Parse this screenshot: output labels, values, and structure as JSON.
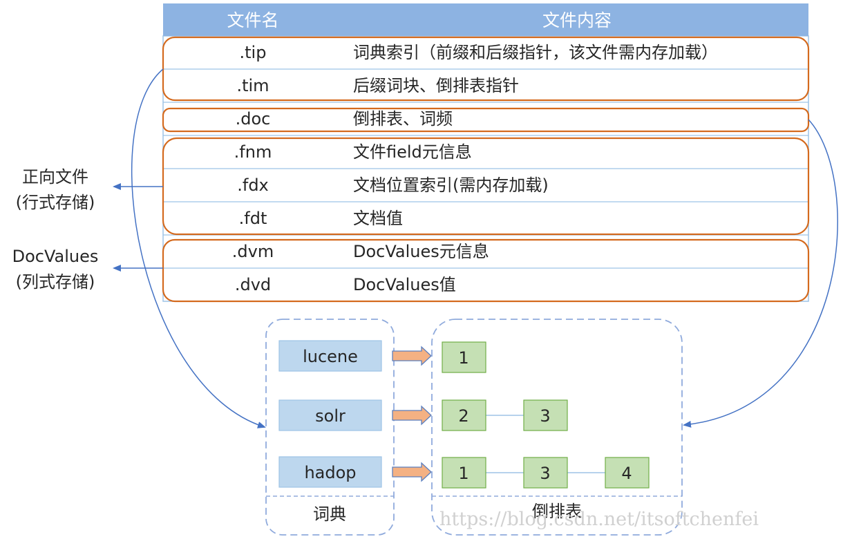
{
  "colors": {
    "header_fill": "#8db3e2",
    "row_line": "#9dc3e6",
    "group_border": "#d46a1e",
    "arrow_blue": "#4472c4",
    "term_fill": "#bdd7ee",
    "posting_fill": "#c5e0b4",
    "posting_border": "#70ad47",
    "fat_arrow_fill": "#f4b183",
    "fat_arrow_stroke": "#5b7fbf",
    "dash": "#8faadc"
  },
  "table": {
    "headers": [
      "文件名",
      "文件内容"
    ],
    "rows": [
      {
        "ext": ".tip",
        "desc": "词典索引（前缀和后缀指针，该文件需内存加载）"
      },
      {
        "ext": ".tim",
        "desc": "后缀词块、倒排表指针"
      },
      {
        "ext": ".doc",
        "desc": "倒排表、词频"
      },
      {
        "ext": ".fnm",
        "desc": "文件field元信息"
      },
      {
        "ext": ".fdx",
        "desc": "文档位置索引(需内存加载)"
      },
      {
        "ext": ".fdt",
        "desc": "文档值"
      },
      {
        "ext": ".dvm",
        "desc": "DocValues元信息"
      },
      {
        "ext": ".dvd",
        "desc": "DocValues值"
      }
    ]
  },
  "side_labels": {
    "forward": {
      "line1": "正向文件",
      "line2": "(行式存储)"
    },
    "docvalues": {
      "line1": "DocValues",
      "line2": "(列式存储)"
    }
  },
  "dictionary": {
    "title": "词典",
    "terms": [
      "lucene",
      "solr",
      "hadop"
    ]
  },
  "inverted": {
    "title": "倒排表",
    "postings": [
      [
        "1"
      ],
      [
        "2",
        "3"
      ],
      [
        "1",
        "3",
        "4"
      ]
    ]
  },
  "watermark": "https://blog.csdn.net/itsoftchenfei"
}
